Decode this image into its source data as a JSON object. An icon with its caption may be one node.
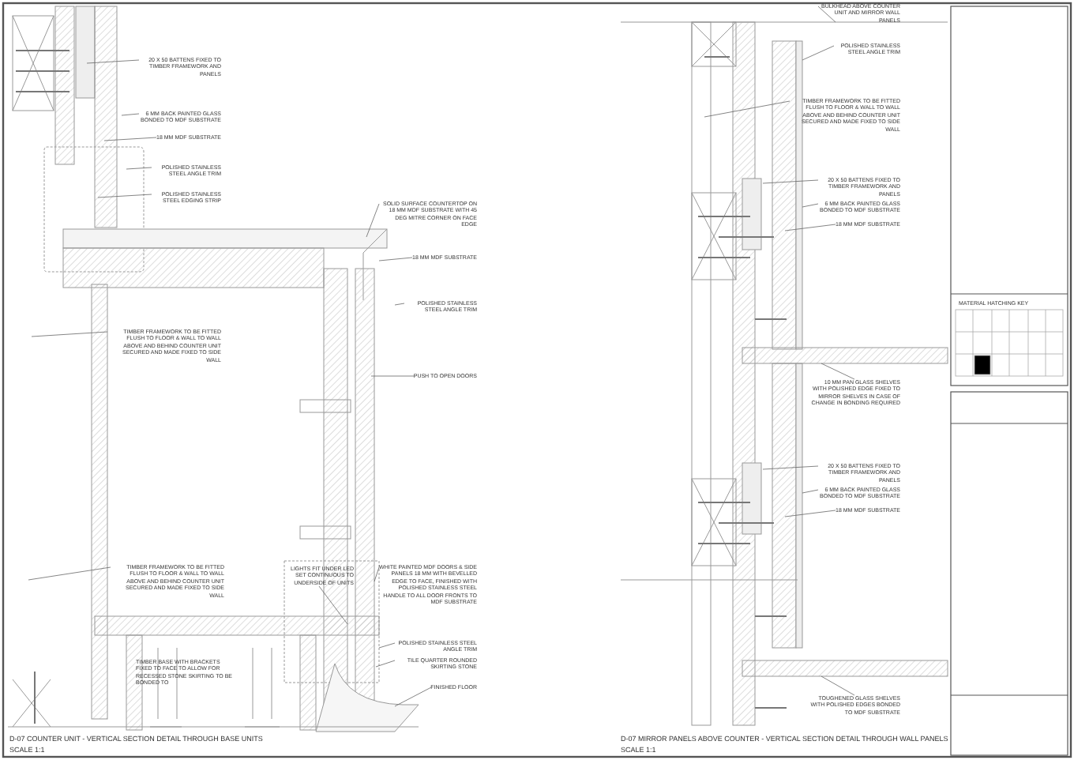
{
  "diagram": {
    "nodes": [
      {
        "text": [
          "20 X 50 BATTENS FIXED TO TIMBER FRAMEWORK AND PANELS"
        ]
      },
      {
        "text": [
          "6 MM BACK PAINTED GLASS BONDED TO MDF SUBSTRATE"
        ]
      },
      {
        "text": [
          "18 MM MDF SUBSTRATE"
        ]
      },
      {
        "text": [
          "POLISHED STAINLESS STEEL ANGLE TRIM"
        ]
      },
      {
        "text": [
          "POLISHED STAINLESS STEEL EDGING STRIP"
        ]
      },
      {
        "text": [
          "SOLID SURFACE COUNTERTOP ON 18 MM MDF SUBSTRATE WITH 45 DEG MITRE CORNER ON FACE EDGE"
        ]
      },
      {
        "text": [
          "18 MM MDF SUBSTRATE"
        ]
      },
      {
        "text": [
          "POLISHED STAINLESS STEEL ANGLE TRIM"
        ]
      },
      {
        "text": [
          "TIMBER FRAMEWORK TO BE FITTED FLUSH TO FLOOR & WALL TO WALL ABOVE AND BEHIND COUNTER UNIT SECURED AND MADE FIXED TO SIDE WALL"
        ]
      },
      {
        "text": [
          "PUSH TO OPEN DOORS"
        ]
      },
      {
        "text": [
          "TIMBER FRAMEWORK TO BE FITTED FLUSH TO FLOOR & WALL TO WALL ABOVE AND BEHIND COUNTER UNIT SECURED AND MADE FIXED TO SIDE WALL"
        ]
      },
      {
        "text": [
          "LIGHTS FIT UNDER LED SET CONTINUOUS TO UNDERSIDE OF UNITS"
        ]
      },
      {
        "text": [
          "WHITE PAINTED MDF DOORS & SIDE PANELS 18 MM WITH BEVELLED EDGE TO FACE, FINISHED WITH POLISHED STAINLESS STEEL HANDLE TO ALL DOOR FRONTS TO MDF SUBSTRATE"
        ]
      },
      {
        "text": [
          "POLISHED STAINLESS STEEL ANGLE TRIM"
        ]
      },
      {
        "text": [
          "TILE QUARTER ROUNDED SKIRTING STONE"
        ]
      },
      {
        "text": [
          "FINISHED FLOOR"
        ]
      },
      {
        "text": [
          "BULKHEAD ABOVE COUNTER UNIT AND MIRROR WALL PANELS"
        ]
      },
      {
        "text": [
          "POLISHED STAINLESS STEEL ANGLE TRIM"
        ]
      },
      {
        "text": [
          "TIMBER FRAMEWORK TO BE FITTED FLUSH TO FLOOR & WALL TO WALL ABOVE AND BEHIND COUNTER UNIT SECURED AND MADE FIXED TO SIDE WALL"
        ]
      },
      {
        "text": [
          "20 X 50 BATTENS FIXED TO TIMBER FRAMEWORK AND PANELS"
        ]
      },
      {
        "text": [
          "6 MM BACK PAINTED GLASS BONDED TO MDF SUBSTRATE"
        ]
      },
      {
        "text": [
          "18 MM MDF SUBSTRATE"
        ]
      },
      {
        "text": [
          "10 MM PAN GLASS SHELVES WITH POLISHED EDGE FIXED TO MIRROR SHELVES IN CASE OF CHANGE IN BONDING REQUIRED"
        ]
      },
      {
        "text": [
          "20 X 50 BATTENS FIXED TO TIMBER FRAMEWORK AND PANELS"
        ]
      },
      {
        "text": [
          "6 MM BACK PAINTED GLASS BONDED TO MDF SUBSTRATE"
        ]
      },
      {
        "text": [
          "18 MM MDF SUBSTRATE"
        ]
      },
      {
        "text": [
          "TOUGHENED GLASS SHELVES WITH POLISHED EDGES BONDED TO MDF SUBSTRATE"
        ]
      }
    ],
    "edges": [
      {
        "from": 0,
        "to": null,
        "arrow": "none"
      },
      {
        "from": 1,
        "to": null,
        "arrow": "none"
      },
      {
        "from": 2,
        "to": null,
        "arrow": "none"
      },
      {
        "from": 3,
        "to": null,
        "arrow": "none"
      },
      {
        "from": 4,
        "to": null,
        "arrow": "none"
      },
      {
        "from": 5,
        "to": null,
        "arrow": "none"
      },
      {
        "from": 6,
        "to": null,
        "arrow": "none"
      },
      {
        "from": 7,
        "to": null,
        "arrow": "none"
      },
      {
        "from": 8,
        "to": null,
        "arrow": "none"
      },
      {
        "from": 9,
        "to": null,
        "arrow": "none"
      },
      {
        "from": 10,
        "to": null,
        "arrow": "none"
      },
      {
        "from": 11,
        "to": null,
        "arrow": "none"
      },
      {
        "from": 12,
        "to": null,
        "arrow": "none"
      },
      {
        "from": 13,
        "to": null,
        "arrow": "none"
      },
      {
        "from": 14,
        "to": null,
        "arrow": "none"
      },
      {
        "from": 15,
        "to": null,
        "arrow": "none"
      },
      {
        "from": 16,
        "to": null,
        "arrow": "none"
      },
      {
        "from": 17,
        "to": null,
        "arrow": "none"
      },
      {
        "from": 18,
        "to": null,
        "arrow": "none"
      },
      {
        "from": 19,
        "to": null,
        "arrow": "none"
      },
      {
        "from": 20,
        "to": null,
        "arrow": "none"
      },
      {
        "from": 21,
        "to": null,
        "arrow": "none"
      },
      {
        "from": 22,
        "to": null,
        "arrow": "none"
      },
      {
        "from": 23,
        "to": null,
        "arrow": "none"
      },
      {
        "from": 24,
        "to": null,
        "arrow": "none"
      },
      {
        "from": 25,
        "to": null,
        "arrow": "none"
      },
      {
        "from": 26,
        "to": null,
        "arrow": "none"
      }
    ],
    "labels": [
      "D-07 COUNTER UNIT - VERTICAL SECTION DETAIL THROUGH BASE UNITS",
      "SCALE 1:1",
      "TIMBER BASE WITH BRACKETS FIXED TO FACE TO ALLOW FOR RECESSED STONE SKIRTING TO BE BONDED TO",
      "D-07 MIRROR PANELS ABOVE COUNTER - VERTICAL SECTION DETAIL THROUGH WALL PANELS",
      "SCALE 1:1",
      "MATERIAL HATCHING KEY"
    ]
  }
}
